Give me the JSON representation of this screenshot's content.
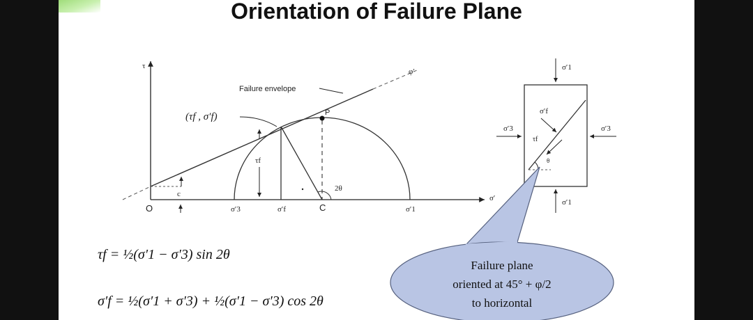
{
  "title": "Orientation of Failure Plane",
  "diagram": {
    "axis_tau": "τ",
    "axis_sigma": "σ′",
    "origin": "O",
    "cohesion": "c",
    "failure_envelope_label": "Failure envelope",
    "phi_label": "φ′",
    "tangent_point_label": "(τf , σ′f)",
    "tau_f": "τf",
    "point_P": "P",
    "angle_2theta": "2θ",
    "center_C": "C",
    "sigma3": "σ′3",
    "sigmaf": "σ′f",
    "sigma1": "σ′1"
  },
  "element": {
    "sigma1_top": "σ′1",
    "sigma1_bottom": "σ′1",
    "sigma3_left": "σ′3",
    "sigma3_right": "σ′3",
    "sigmaf": "σ′f",
    "tauf": "τf",
    "theta": "θ"
  },
  "equations": {
    "eq1": "τf = ½(σ′1 − σ′3) sin 2θ",
    "eq2": "σ′f = ½(σ′1 + σ′3) + ½(σ′1 − σ′3) cos 2θ"
  },
  "callout": {
    "line1": "Failure plane",
    "line2": "oriented at 45° + φ/2",
    "line3": "to horizontal"
  }
}
